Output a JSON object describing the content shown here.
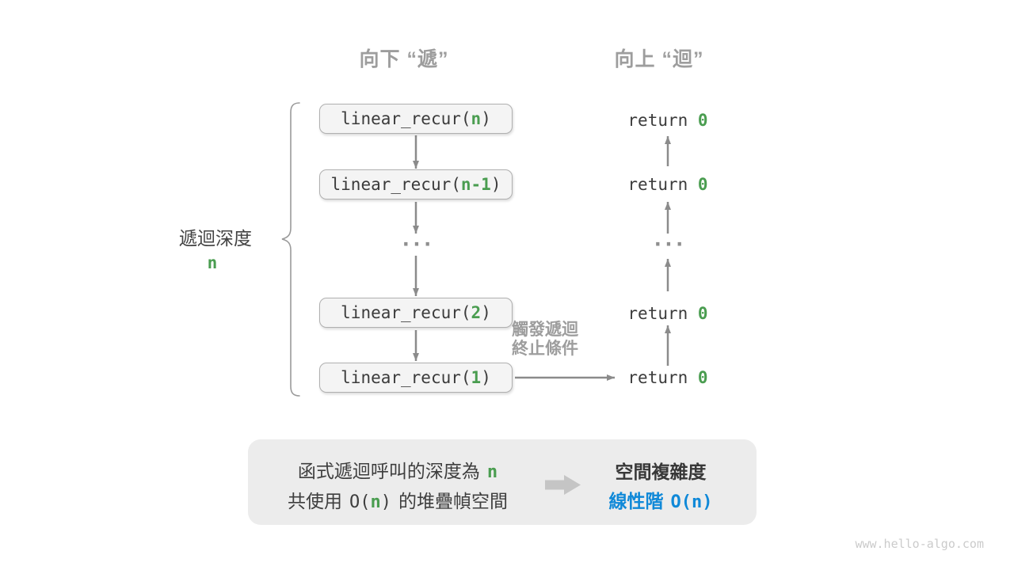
{
  "headers": {
    "descend": "向下 “遞”",
    "ascend": "向上 “迴”"
  },
  "depth": {
    "label": "遞迴深度",
    "value": "n"
  },
  "call_stack": [
    {
      "prefix": "linear_recur(",
      "arg": "n",
      "suffix": ")"
    },
    {
      "prefix": "linear_recur(",
      "arg": "n-1",
      "suffix": ")"
    },
    {
      "prefix": "linear_recur(",
      "arg": "2",
      "suffix": ")"
    },
    {
      "prefix": "linear_recur(",
      "arg": "1",
      "suffix": ")"
    }
  ],
  "returns": [
    {
      "keyword": "return ",
      "value": "0"
    },
    {
      "keyword": "return ",
      "value": "0"
    },
    {
      "keyword": "return ",
      "value": "0"
    },
    {
      "keyword": "return ",
      "value": "0"
    }
  ],
  "ellipsis": "···",
  "base_case": {
    "line1": "觸發遞迴",
    "line2": "終止條件"
  },
  "summary": {
    "left_line1": {
      "text": "函式遞迴呼叫的深度為",
      "value": "n"
    },
    "left_line2": {
      "pre": "共使用",
      "o_open": "O(",
      "value": "n",
      "o_close": ")",
      "post": "的堆疊幀空間"
    },
    "right_title": "空間複雜度",
    "right_result": {
      "label": "線性階",
      "code": "O(n)"
    }
  },
  "watermark": "www.hello-algo.com",
  "colors": {
    "green": "#4a9d50",
    "blue": "#1089d8",
    "arrow_grey": "#8b8b8b",
    "label_grey": "#9d9d9d",
    "panel_bg": "#ececec"
  }
}
